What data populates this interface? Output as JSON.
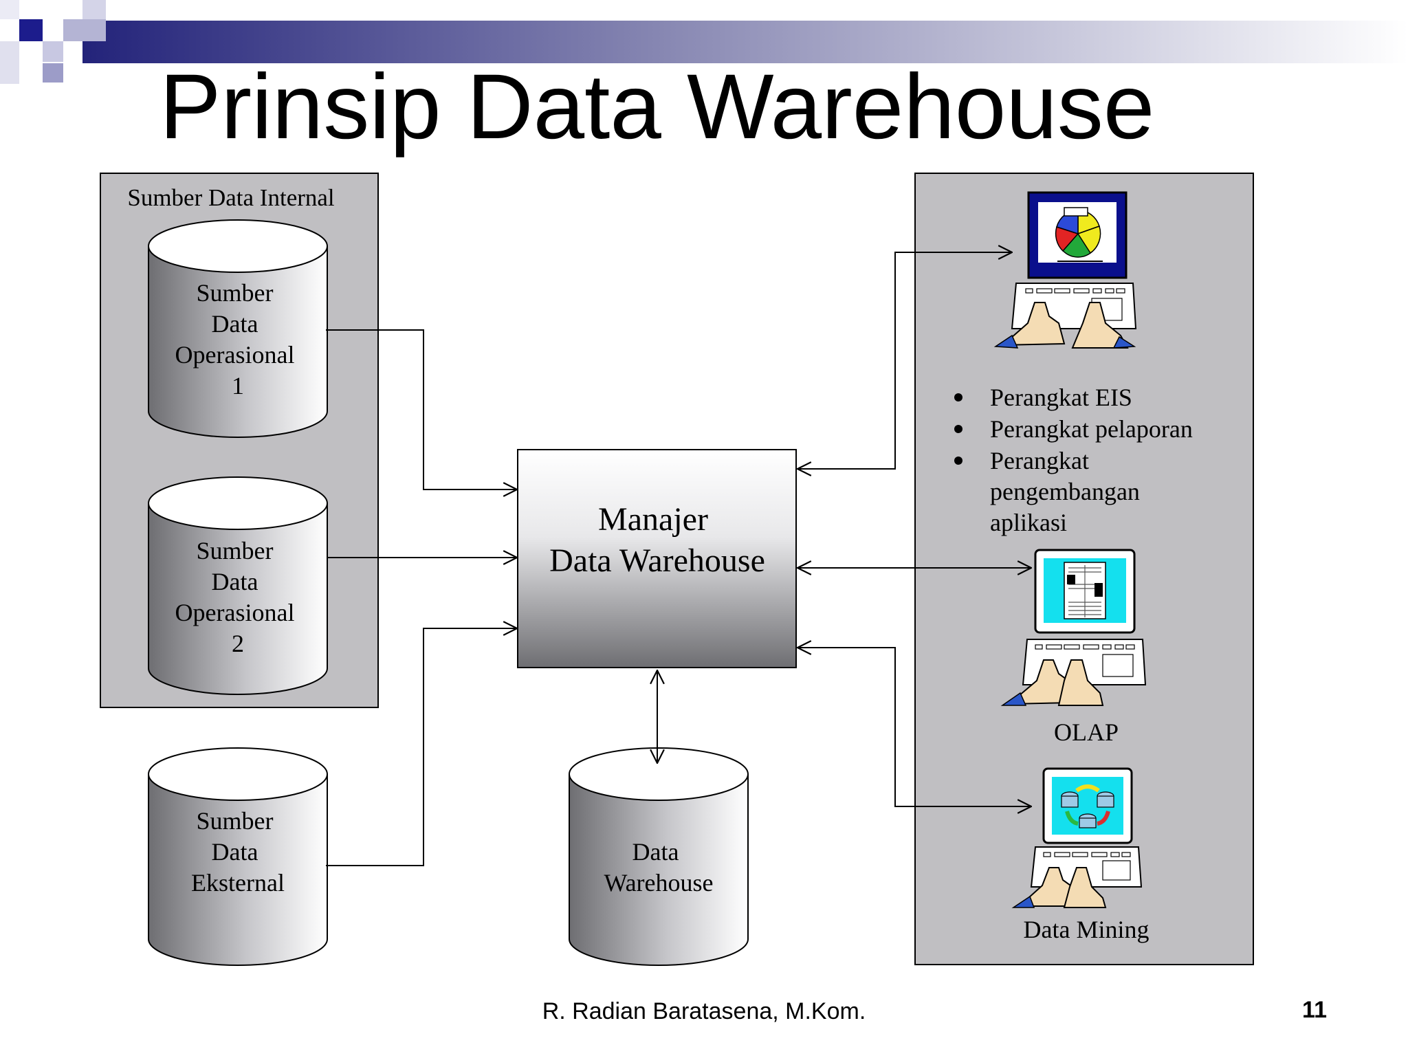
{
  "slide": {
    "title": "Prinsip Data Warehouse",
    "footer_author": "R. Radian Baratasena, M.Kom.",
    "page_number": "11"
  },
  "diagram": {
    "internal_group_label": "Sumber Data Internal",
    "sources": [
      {
        "id": "op1",
        "lines": [
          "Sumber",
          "Data",
          "Operasional",
          "1"
        ]
      },
      {
        "id": "op2",
        "lines": [
          "Sumber",
          "Data",
          "Operasional",
          "2"
        ]
      },
      {
        "id": "ext",
        "lines": [
          "Sumber",
          "Data",
          "Eksternal"
        ]
      }
    ],
    "manager": {
      "lines": [
        "Manajer",
        "Data Warehouse"
      ]
    },
    "warehouse": {
      "lines": [
        "Data",
        "Warehouse"
      ]
    },
    "tools": {
      "bullets": [
        [
          "Perangkat EIS"
        ],
        [
          "Perangkat pelaporan"
        ],
        [
          "Perangkat",
          "pengembangan",
          "aplikasi"
        ]
      ],
      "olap_label": "OLAP",
      "mining_label": "Data Mining"
    }
  },
  "colors": {
    "title_band": "#2a2a80",
    "panel_gray": "#c0bfc2",
    "screen_blue": "#0a0f8c",
    "screen_cyan": "#14e0ee"
  },
  "icons": [
    "computer-eis-icon",
    "computer-olap-icon",
    "computer-mining-icon",
    "pie-chart-icon",
    "report-icon",
    "mining-cycle-icon"
  ]
}
